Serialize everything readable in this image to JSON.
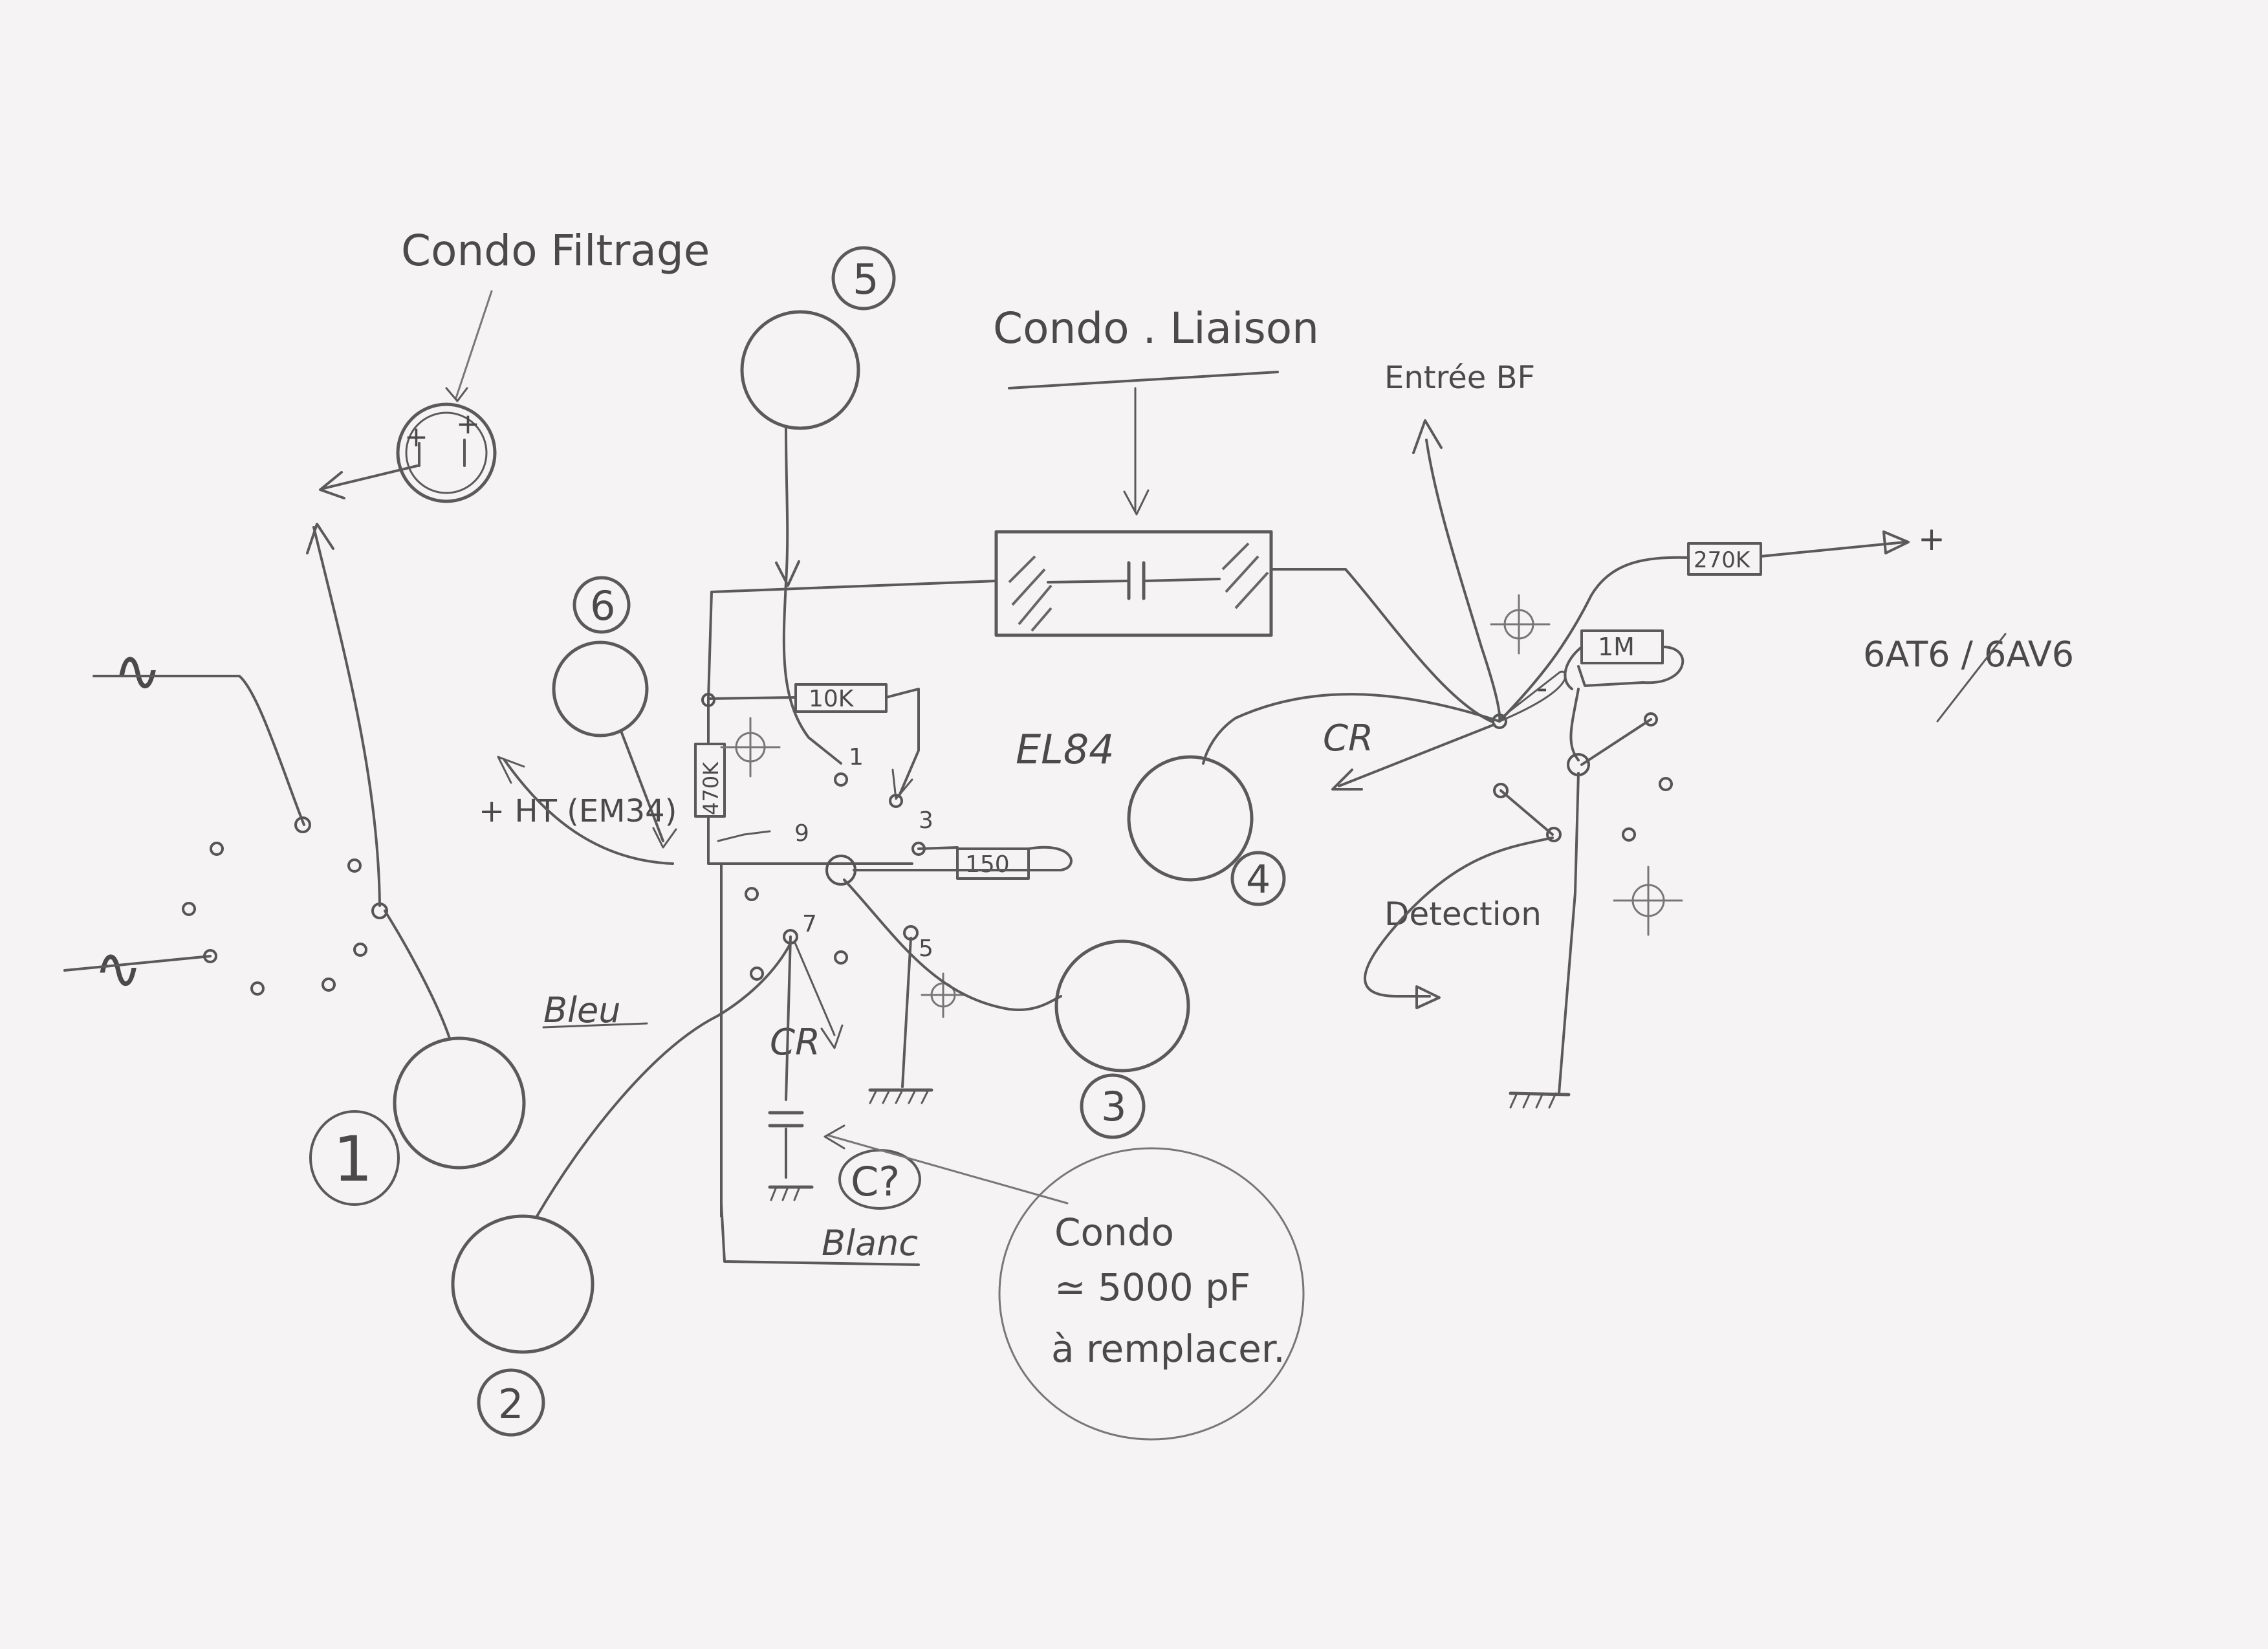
{
  "labels": {
    "filter_cap": "Condo Filtrage",
    "coupling_cap": "Condo . Liaison",
    "bf_input": "Entrée BF",
    "plus": "+",
    "tube_el84": "EL84",
    "tube_right": "6AT6 / 6AV6",
    "em34_label": "+ HT (EM34)",
    "cr_left": "CR",
    "cr_right": "CR",
    "detection": "Detection",
    "bleu": "Bleu",
    "blanc": "Blanc",
    "c_question": "C?",
    "note_cap": "Condo",
    "note_value": "≃ 5000 pF",
    "note_action": "à remplacer.",
    "ac_symbol_top": "∿",
    "ac_symbol_bottom": "∿",
    "cap_filter_plus_left": "+",
    "cap_filter_plus_right": "+"
  },
  "components": {
    "r_10k": "10K",
    "r_470k": "470K",
    "r_150": "150",
    "r_270k": "270K",
    "r_1m": "1M"
  },
  "pins": {
    "p1": "1",
    "p3": "3",
    "p5": "5",
    "p7": "7",
    "p9": "9",
    "p_minus": "-"
  },
  "connection_circles": {
    "c1": "1",
    "c2": "2",
    "c3": "3",
    "c4": "4",
    "c5": "5",
    "c6": "6"
  }
}
